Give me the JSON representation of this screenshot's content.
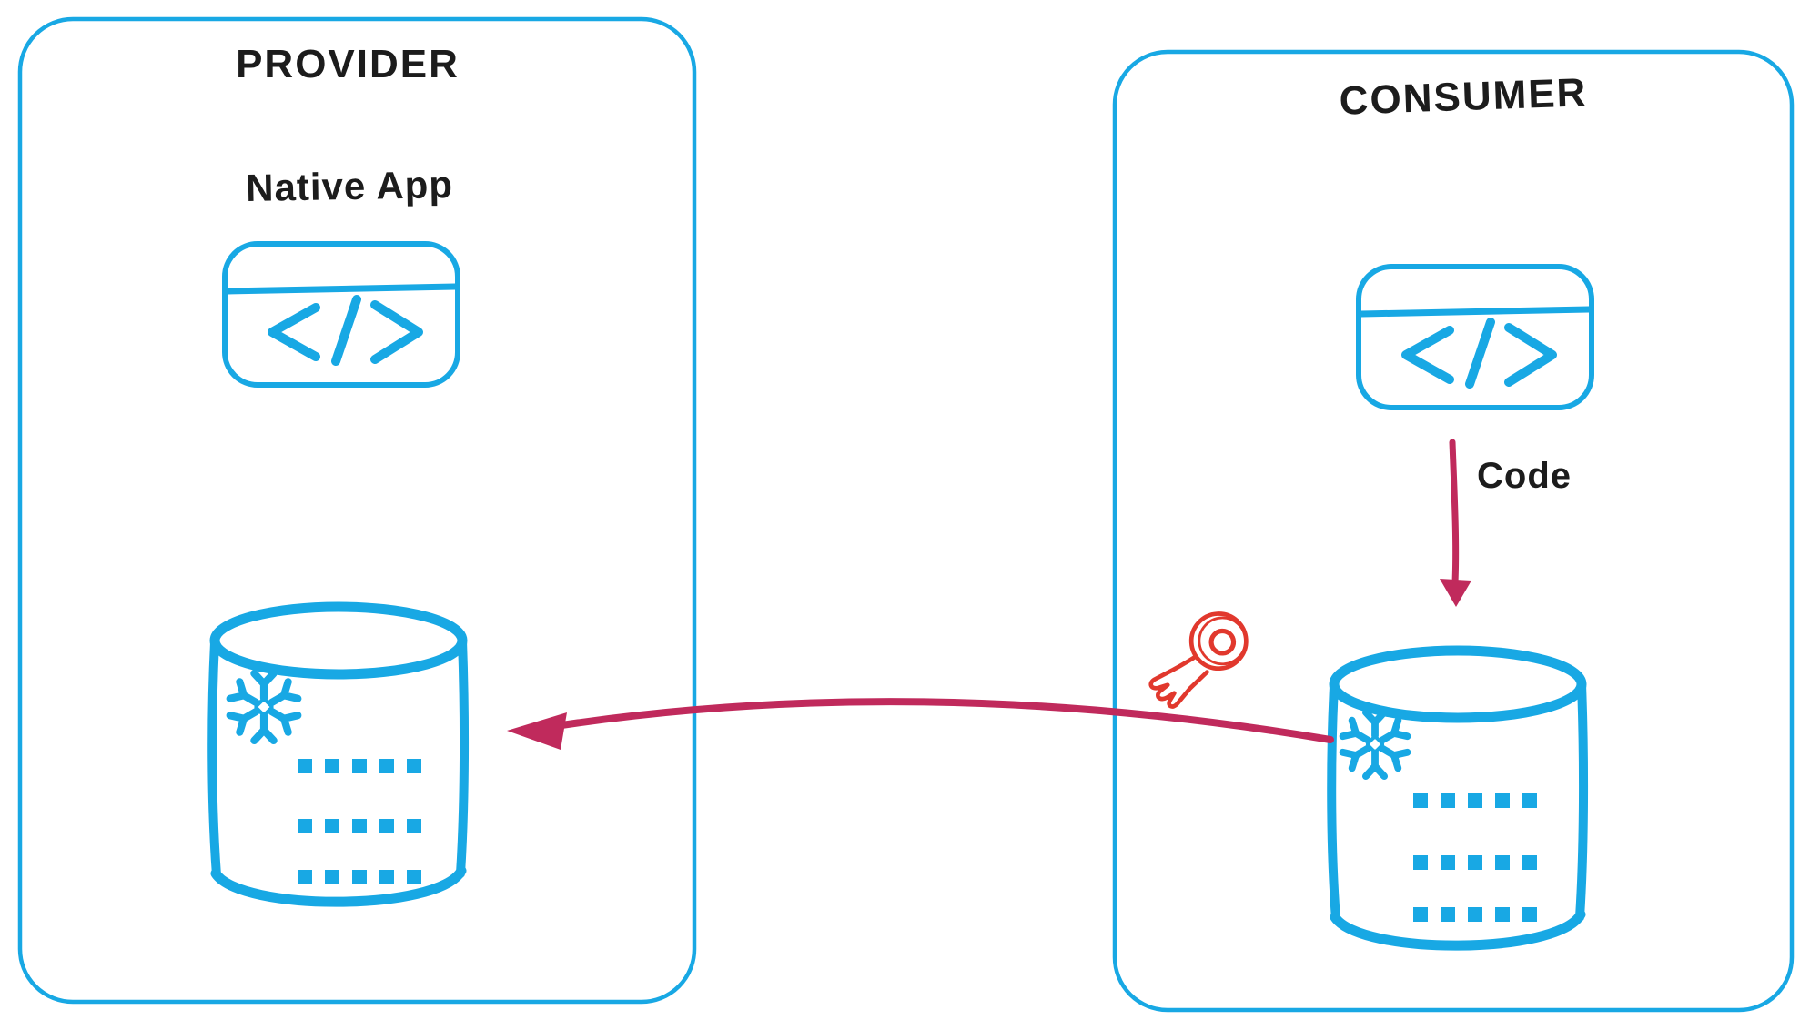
{
  "provider": {
    "title": "PROVIDER",
    "app_label": "Native App",
    "icons": [
      "code-window-icon",
      "snowflake-database-icon"
    ]
  },
  "consumer": {
    "title": "CONSUMER",
    "code_arrow_label": "Code",
    "icons": [
      "code-window-icon",
      "key-icon",
      "snowflake-database-icon"
    ]
  },
  "arrows": [
    {
      "from": "consumer-code-window",
      "to": "consumer-database",
      "label": "Code"
    },
    {
      "from": "consumer-database",
      "to": "provider-database",
      "label": ""
    }
  ],
  "colors": {
    "blue": "#18A8E4",
    "crimson": "#C02A5C",
    "red": "#E1382D",
    "ink": "#1C1C1C"
  }
}
